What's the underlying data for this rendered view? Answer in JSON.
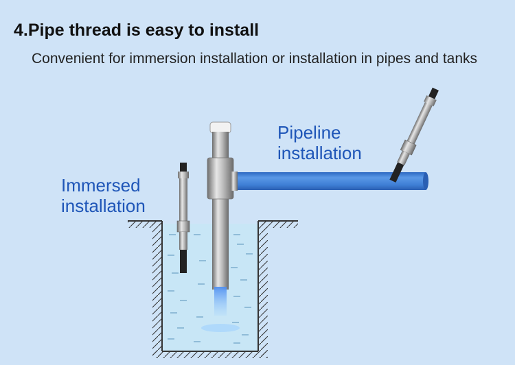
{
  "heading": {
    "title": "4.Pipe thread is easy to install",
    "subtitle": "Convenient for immersion installation or installation in pipes and tanks"
  },
  "labels": {
    "pipeline": "Pipeline installation",
    "immersed": "Immersed installation"
  },
  "colors": {
    "background": "#cfe3f7",
    "label_text": "#1f56b8",
    "pipe_blue": "#3f7fd6",
    "water": "#bfe0f3",
    "metal": "#a9a9a9"
  }
}
